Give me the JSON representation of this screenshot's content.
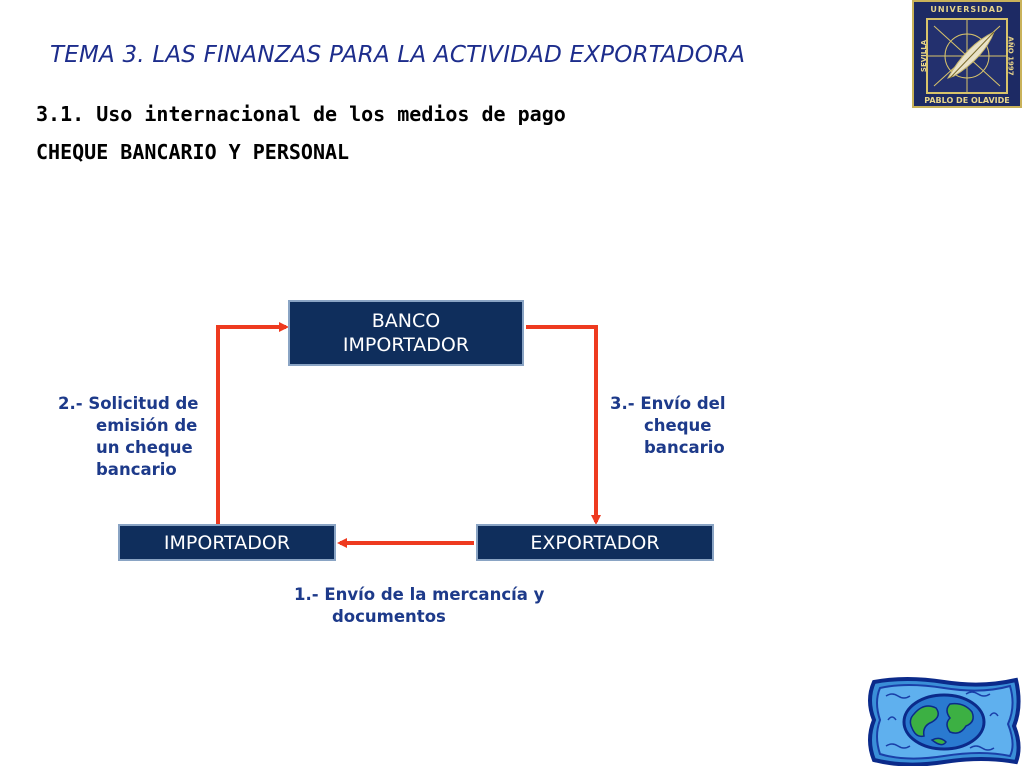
{
  "header": {
    "title": "TEMA 3. LAS FINANZAS PARA LA ACTIVIDAD EXPORTADORA",
    "subtitle_1": "3.1. Uso internacional de los medios de pago",
    "subtitle_2": "CHEQUE BANCARIO Y PERSONAL"
  },
  "logo": {
    "top": "UNIVERSIDAD",
    "left": "SEVILLA",
    "right": "AÑO 1997",
    "bottom": "PABLO DE OLAVIDE"
  },
  "diagram": {
    "nodes": {
      "banco": [
        "BANCO",
        "IMPORTADOR"
      ],
      "importador": "IMPORTADOR",
      "exportador": "EXPORTADOR"
    },
    "steps": {
      "solicitud": [
        "2.- Solicitud de",
        "emisión de",
        "un cheque",
        "bancario"
      ],
      "envio_cheque": [
        "3.- Envío del",
        "cheque",
        "bancario"
      ],
      "envio_mercancia": [
        "1.- Envío de la mercancía y",
        "documentos"
      ]
    },
    "arrow_color": "#ee3a1f",
    "box_color": "#0f2e5c"
  },
  "decor": {
    "globe": "globe-icon"
  }
}
